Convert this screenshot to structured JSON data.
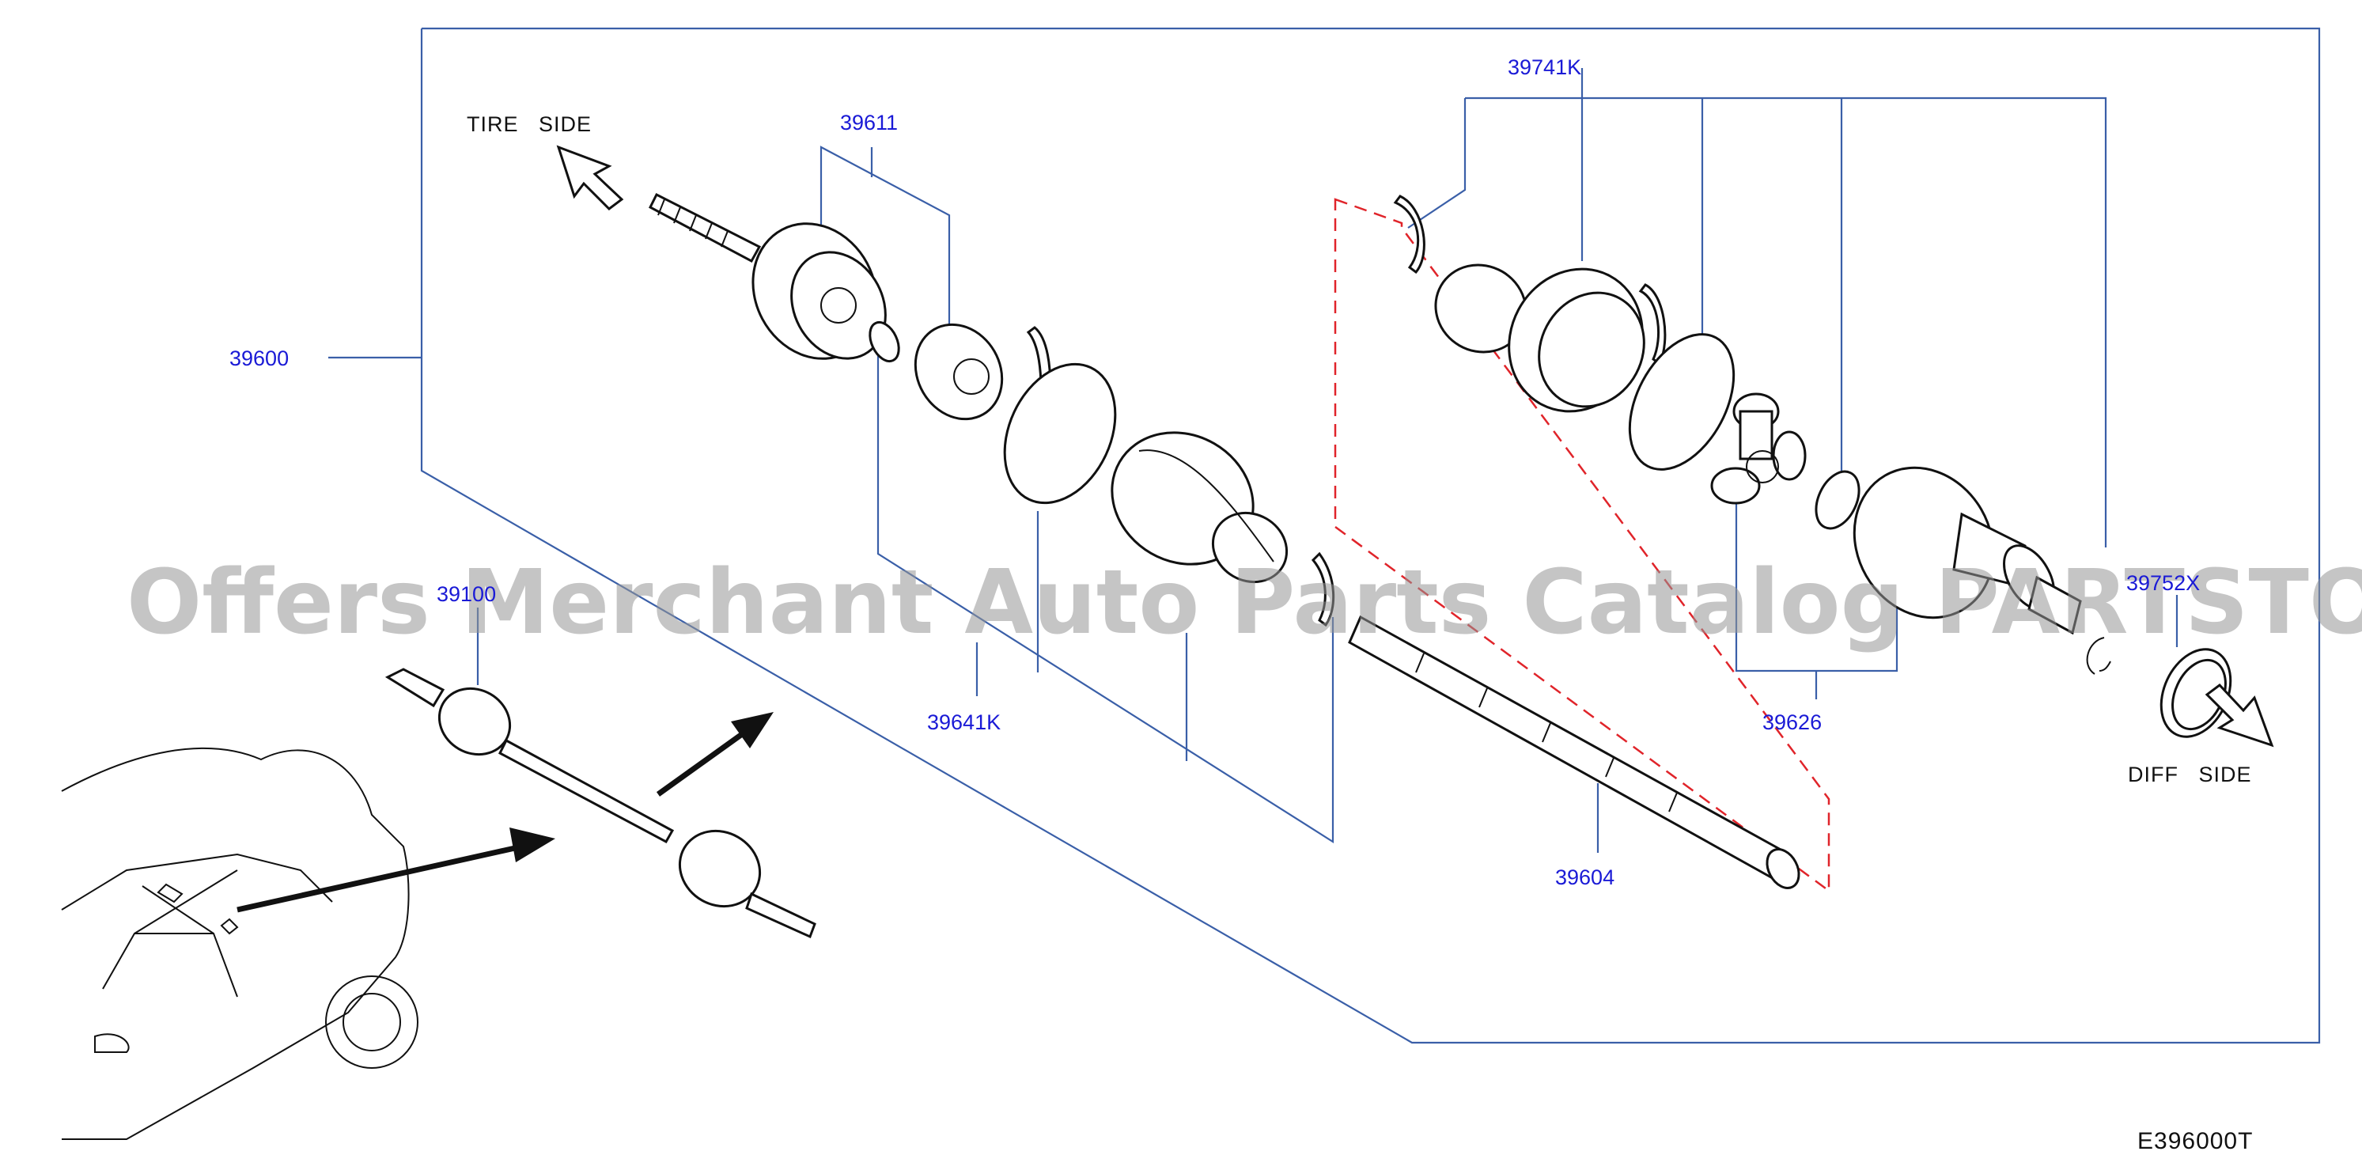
{
  "diagram": {
    "labels": {
      "p39600": "39600",
      "p39611": "39611",
      "p39741k": "39741K",
      "p39641k": "39641K",
      "p39626": "39626",
      "p39604": "39604",
      "p39752x": "39752X",
      "p39100": "39100",
      "tire_side": "TIRE   SIDE",
      "diff_side": "DIFF   SIDE",
      "figure_code": "E396000T"
    },
    "watermark": "Offers Merchant Auto Parts Catalog PARTSTORE.SA",
    "colors": {
      "leader_line": "#3a5fa8",
      "part_number": "#1a1ad6",
      "dashed_box": "#e0242a"
    }
  }
}
